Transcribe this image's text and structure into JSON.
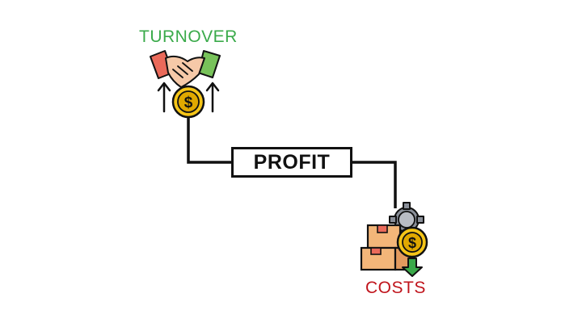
{
  "nodes": {
    "turnover": {
      "label": "TURNOVER",
      "color": "#3aaa4a",
      "icon": "handshake-coin-arrows-up-icon"
    },
    "profit": {
      "label": "PROFIT"
    },
    "costs": {
      "label": "COSTS",
      "color": "#c0141c",
      "icon": "boxes-gear-coin-arrow-down-icon"
    }
  },
  "colors": {
    "connector": "#111111",
    "coin": "#f5c518",
    "coin_dark": "#e0a800",
    "box": "#f3b679",
    "box_dark": "#e39a5e",
    "gear": "#8a8f99",
    "arrow_green": "#3aaa4a",
    "hand_red": "#ea6a5a",
    "hand_green": "#78c25a",
    "skin": "#f6c9a8"
  }
}
